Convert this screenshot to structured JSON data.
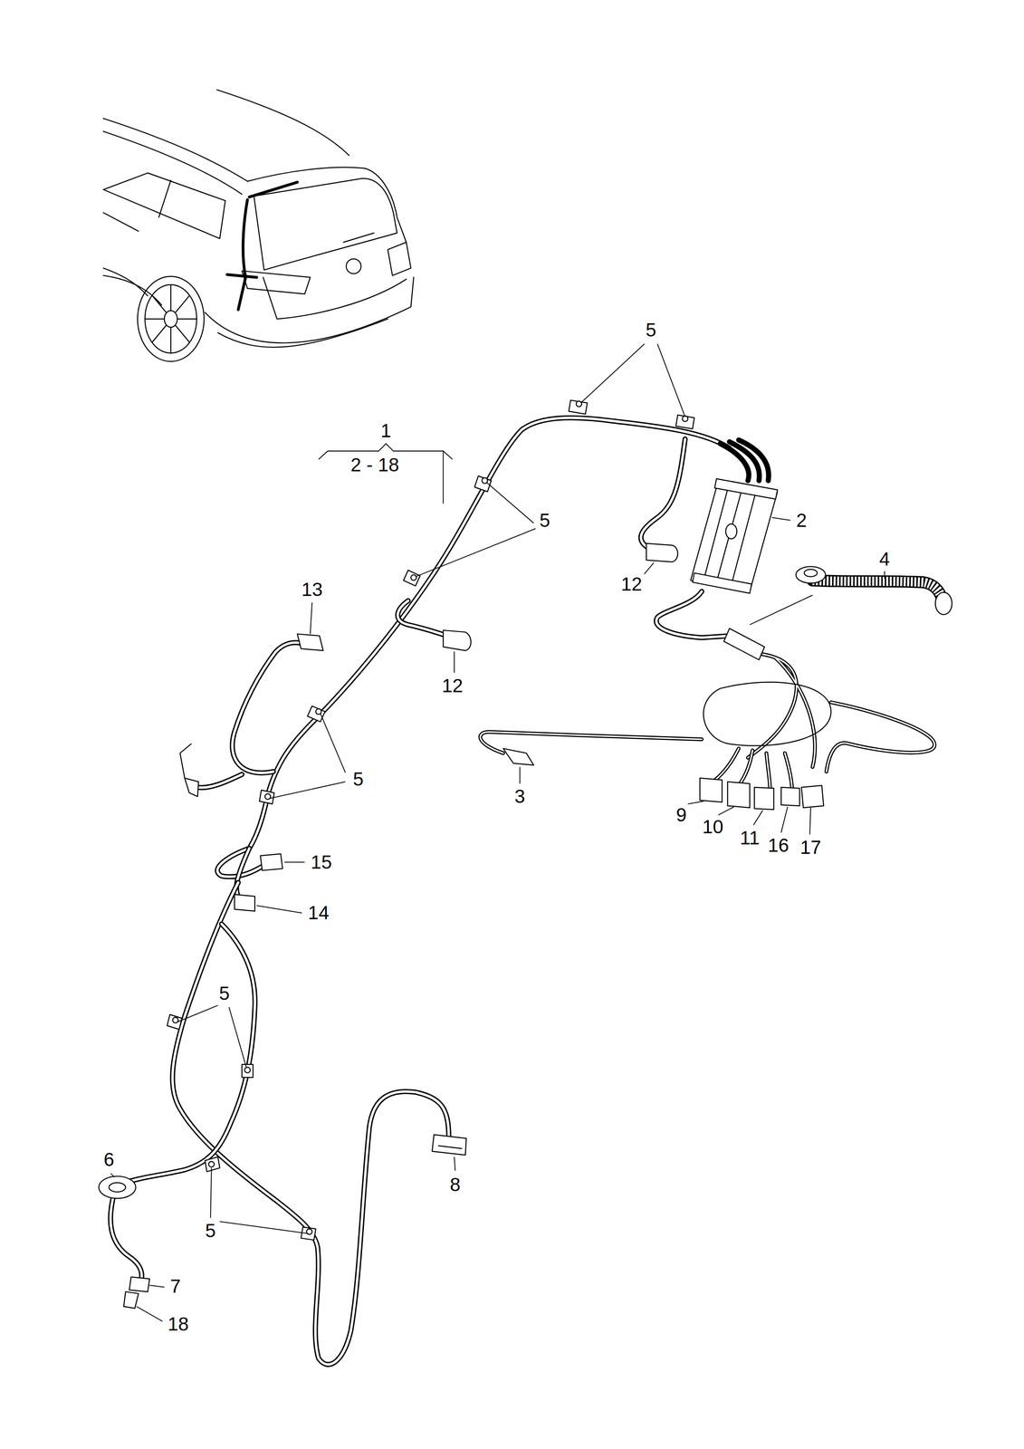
{
  "diagram": {
    "labels": [
      "5",
      "1",
      "2 - 18",
      "5",
      "2",
      "4",
      "12",
      "13",
      "12",
      "5",
      "3",
      "9",
      "10",
      "11",
      "16",
      "17",
      "15",
      "14",
      "5",
      "6",
      "8",
      "5",
      "7",
      "18"
    ]
  }
}
